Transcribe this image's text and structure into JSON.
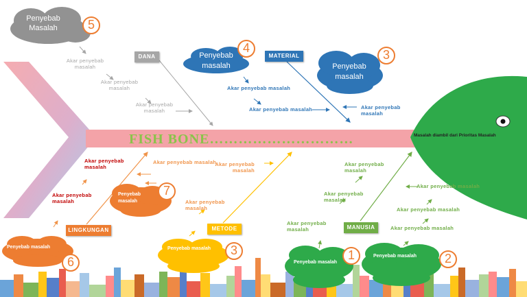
{
  "title": "FISH BONE…………………………",
  "head": "Masalah diambil dari Prioritas Masalah",
  "categories": {
    "dana": "DANA",
    "material": "MATERIAL",
    "lingkungan": "LINGKUNGAN",
    "metode": "METODE",
    "manusia": "MANUSIA"
  },
  "clouds": {
    "c5": {
      "text": "Penyebab Masalah",
      "number": "5"
    },
    "c4": {
      "text": "Penyebab masalah",
      "number": "4"
    },
    "c3_top": {
      "text": "Penyebab masalah",
      "number": "3"
    },
    "c7": {
      "text": "Penyebab masalah",
      "number": "7"
    },
    "c6": {
      "text": "Penyebab masalah",
      "number": "6"
    },
    "c3_bottom": {
      "text": "Penyebab masalah",
      "number": "3"
    },
    "c1": {
      "text": "Penyebab masalah",
      "number": "1"
    },
    "c2": {
      "text": "Penyebab masalah",
      "number": "2"
    }
  },
  "root_label": "Akar penyebab masalah",
  "root_label_2": "Akar penyebab masalah",
  "colors": {
    "spine": "#f4a3a8",
    "head": "#2eaa4a",
    "dana": "#a6a6a6",
    "material": "#2e75b6",
    "lingkungan": "#f0944a",
    "metode": "#ffc000",
    "manusia": "#70ad47"
  }
}
